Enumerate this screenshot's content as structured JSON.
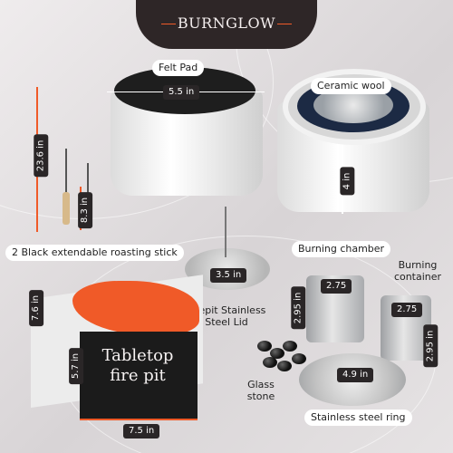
{
  "brand": "BURNGLOW",
  "labels": {
    "felt_pad": "Felt Pad",
    "ceramic_wool": "Ceramic wool",
    "roasting_stick": "2 Black extendable roasting stick",
    "firepit_lid": "Firepit Stainless Steel Lid",
    "burning_chamber": "Burning chamber",
    "burning_container": "Burning container",
    "glass_stone": "Glass stone",
    "stainless_ring": "Stainless steel ring",
    "box_text": "Tabletop fire pit"
  },
  "dims": {
    "pad_width": "5.5 in",
    "pot_height": "4 in",
    "stick_long": "23.6 in",
    "stick_short": "8.3 in",
    "lid_width": "3.5 in",
    "chamber_width": "2.75",
    "chamber_height": "2.95 in",
    "container_width": "2.75",
    "container_height": "2.95 in",
    "ring_width": "4.9 in",
    "box_depth": "7.6 in",
    "box_height": "5.7 in",
    "box_width": "7.5 in"
  },
  "colors": {
    "accent": "#f05a28",
    "dark": "#2a2627"
  }
}
